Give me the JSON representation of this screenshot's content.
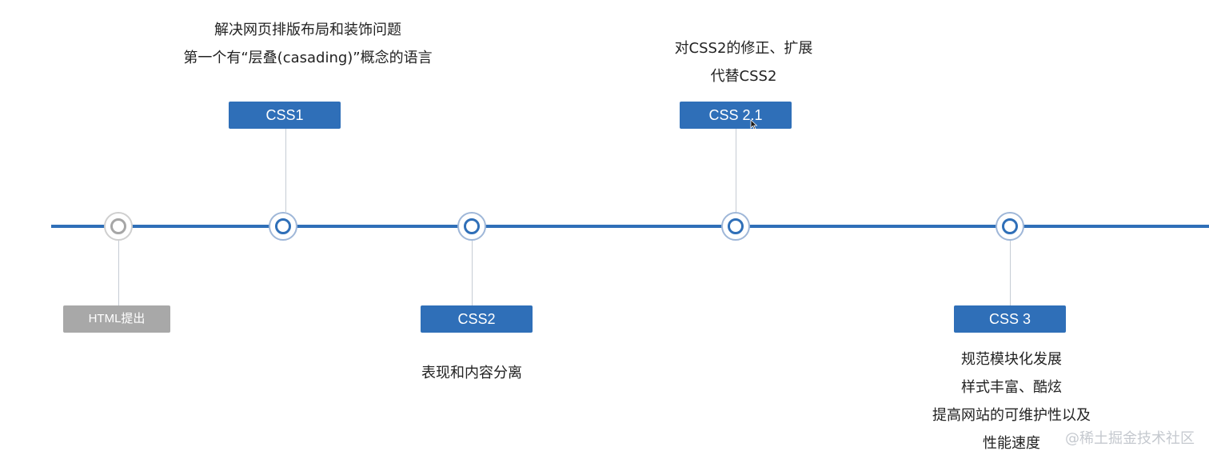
{
  "timeline": {
    "milestones": [
      {
        "id": "html",
        "label": "HTML提出",
        "status": "gray",
        "notes": []
      },
      {
        "id": "css1",
        "label": "CSS1",
        "status": "blue",
        "notes": [
          "解决网页排版布局和装饰问题",
          "第一个有“层叠(casading)”概念的语言"
        ]
      },
      {
        "id": "css2",
        "label": "CSS2",
        "status": "blue",
        "notes": [
          "表现和内容分离"
        ]
      },
      {
        "id": "css21",
        "label": "CSS 2.1",
        "status": "blue",
        "notes": [
          "对CSS2的修正、扩展",
          "代替CSS2"
        ]
      },
      {
        "id": "css3",
        "label": "CSS 3",
        "status": "blue",
        "notes": [
          "规范模块化发展",
          "样式丰富、酷炫",
          "提高网站的可维护性以及",
          "性能速度"
        ]
      }
    ]
  },
  "colors": {
    "accent": "#2f6fb8",
    "gray_tag": "#a8a8a8",
    "stem": "#c6ccd4"
  },
  "icons": {
    "node": "timeline-node-icon",
    "cursor": "mouse-cursor-icon"
  },
  "watermark": "@稀土掘金技术社区"
}
